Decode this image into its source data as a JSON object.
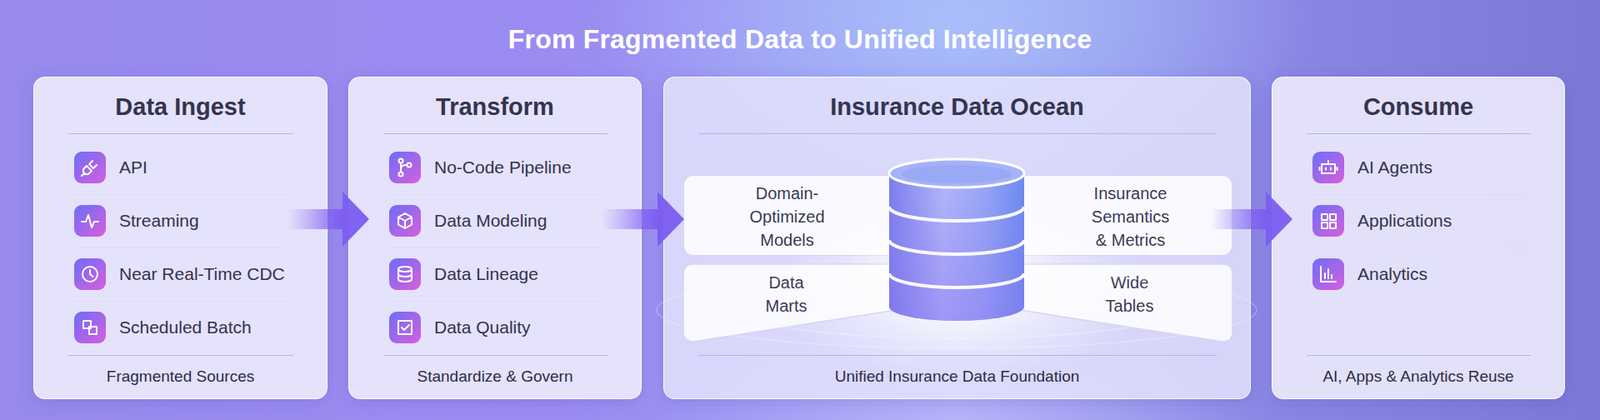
{
  "diagram": {
    "title": "From Fragmented Data to Unified Intelligence",
    "nodes": [
      {
        "text": [
          "Data Ingest",
          "API",
          "Streaming",
          "Near Real-Time CDC",
          "Scheduled Batch",
          "Fragmented Sources"
        ]
      },
      {
        "text": [
          "Transform",
          "No-Code Pipeline",
          "Data Modeling",
          "Data Lineage",
          "Data Quality",
          "Standardize & Govern"
        ]
      },
      {
        "text": [
          "Insurance Data Ocean",
          "Unified Insurance Data Foundation"
        ]
      },
      {
        "text": [
          "Domain-Optimized Models"
        ],
        "in": 2
      },
      {
        "text": [
          "Insurance Semantics & Metrics"
        ],
        "in": 2
      },
      {
        "text": [
          "Data Marts"
        ],
        "in": 2
      },
      {
        "text": [
          "Wide Tables"
        ],
        "in": 2
      },
      {
        "text": [
          "Consume",
          "AI Agents",
          "Applications",
          "Analytics",
          "AI, Apps & Analytics Reuse"
        ]
      }
    ],
    "edges": [
      {
        "from": 0,
        "to": 1,
        "arrow": "to"
      },
      {
        "from": 1,
        "to": 2,
        "arrow": "to"
      },
      {
        "from": 2,
        "to": 7,
        "arrow": "to"
      }
    ]
  }
}
